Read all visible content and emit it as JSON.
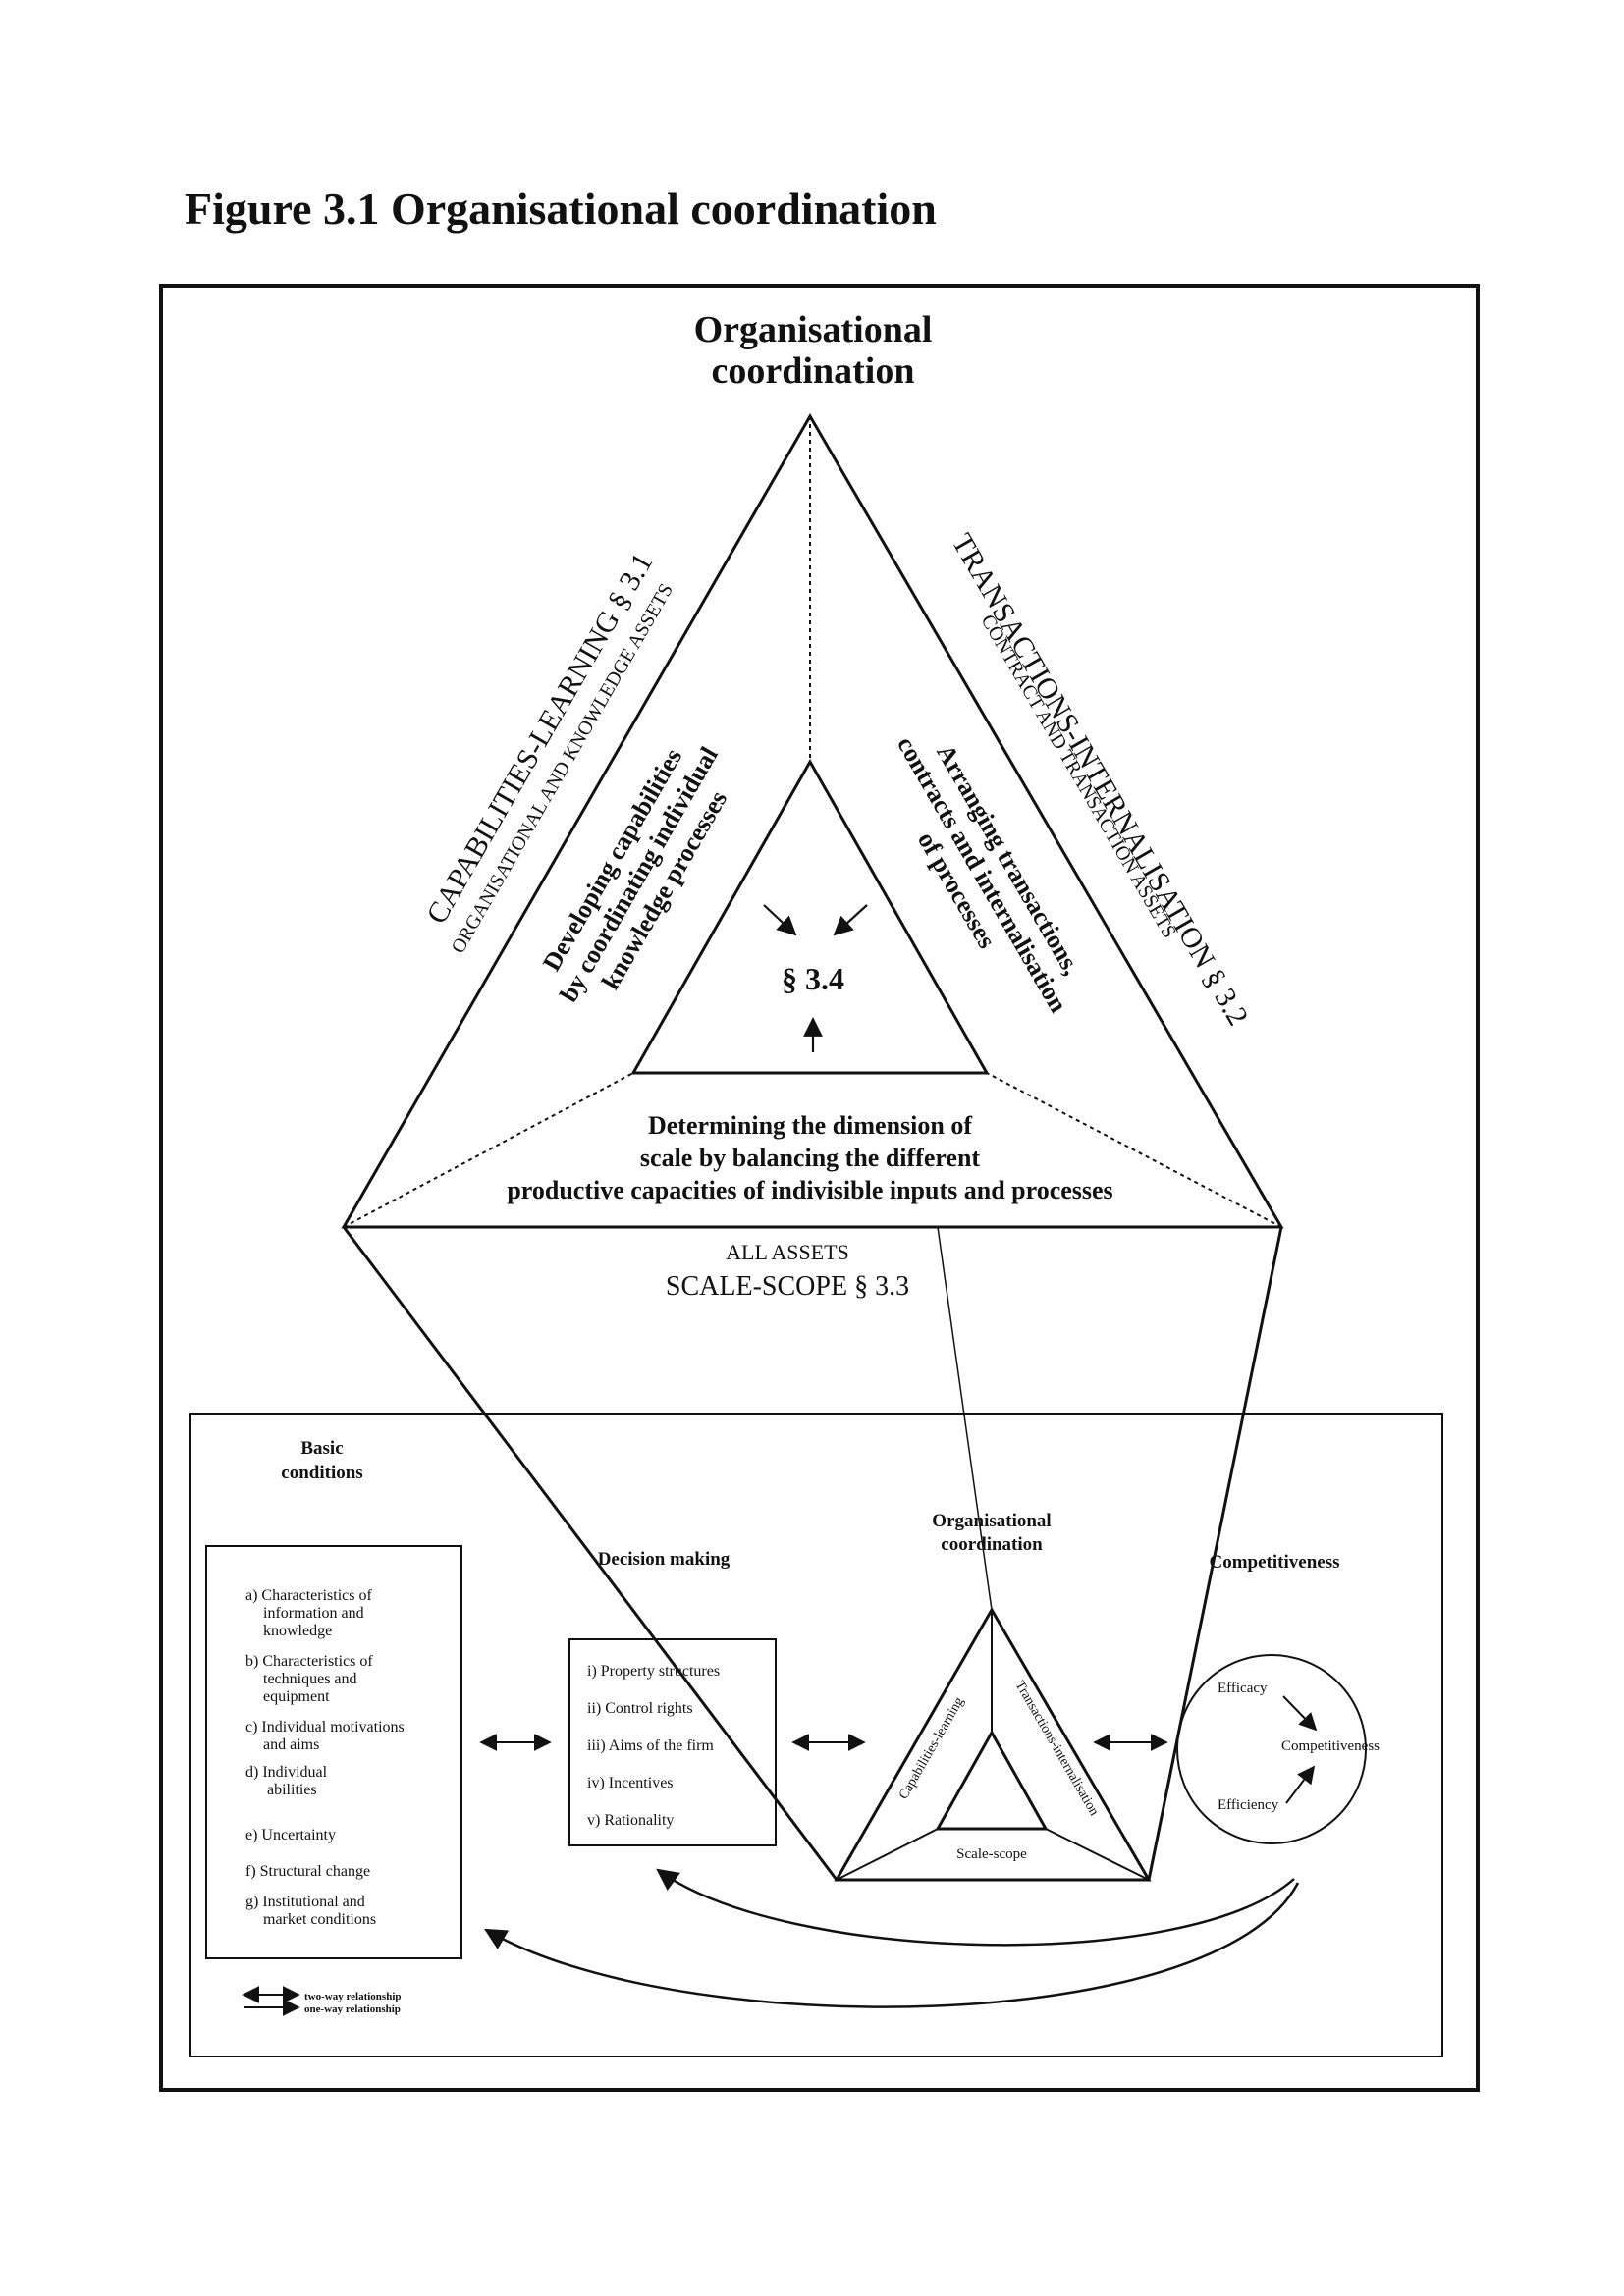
{
  "figure_title": "Figure 3.1 Organisational coordination",
  "top": {
    "title_line1": "Organisational",
    "title_line2": "coordination",
    "left_side_title": "CAPABILITIES-LEARNING § 3.1",
    "left_side_sub": "ORGANISATIONAL AND KNOWLEDGE ASSETS",
    "right_side_title": "TRANSACTIONS-INTERNALISATION § 3.2",
    "right_side_sub": "CONTRACT AND TRANSACTION ASSETS",
    "left_inner_line1": "Developing capabilities",
    "left_inner_line2": "by coordinating individual",
    "left_inner_line3": "knowledge processes",
    "right_inner_line1": "Arranging transactions,",
    "right_inner_line2": "contracts and internalisation",
    "right_inner_line3": "of processes",
    "center_label": "§ 3.4",
    "bottom_inner_line1": "Determining the dimension of",
    "bottom_inner_line2": "scale by balancing the different",
    "bottom_inner_line3": "productive capacities of indivisible inputs and processes",
    "bottom_sub": "ALL ASSETS",
    "bottom_title": "SCALE-SCOPE § 3.3"
  },
  "lower": {
    "basic_title_line1": "Basic",
    "basic_title_line2": "conditions",
    "basic_items": [
      [
        "a) Characteristics of",
        "information and",
        "knowledge"
      ],
      [
        "b) Characteristics of",
        "techniques and",
        "equipment"
      ],
      [
        "c) Individual motivations",
        "and aims"
      ],
      [
        "d) Individual",
        "abilities"
      ],
      [
        "e) Uncertainty"
      ],
      [
        "f) Structural change"
      ],
      [
        "g) Institutional and",
        "market conditions"
      ]
    ],
    "decision_title": "Decision making",
    "decision_items": [
      "i) Property structures",
      "ii) Control rights",
      "iii) Aims of the firm",
      "iv) Incentives",
      "v) Rationality"
    ],
    "org_title_line1": "Organisational",
    "org_title_line2": "coordination",
    "small_left": "Capabilities-learning",
    "small_right": "Transactions-internalisation",
    "small_bottom": "Scale-scope",
    "comp_title": "Competitiveness",
    "efficacy": "Efficacy",
    "efficiency": "Efficiency",
    "comp_center": "Competitiveness",
    "legend_two_way": "two-way relationship",
    "legend_one_way": "one-way relationship"
  }
}
